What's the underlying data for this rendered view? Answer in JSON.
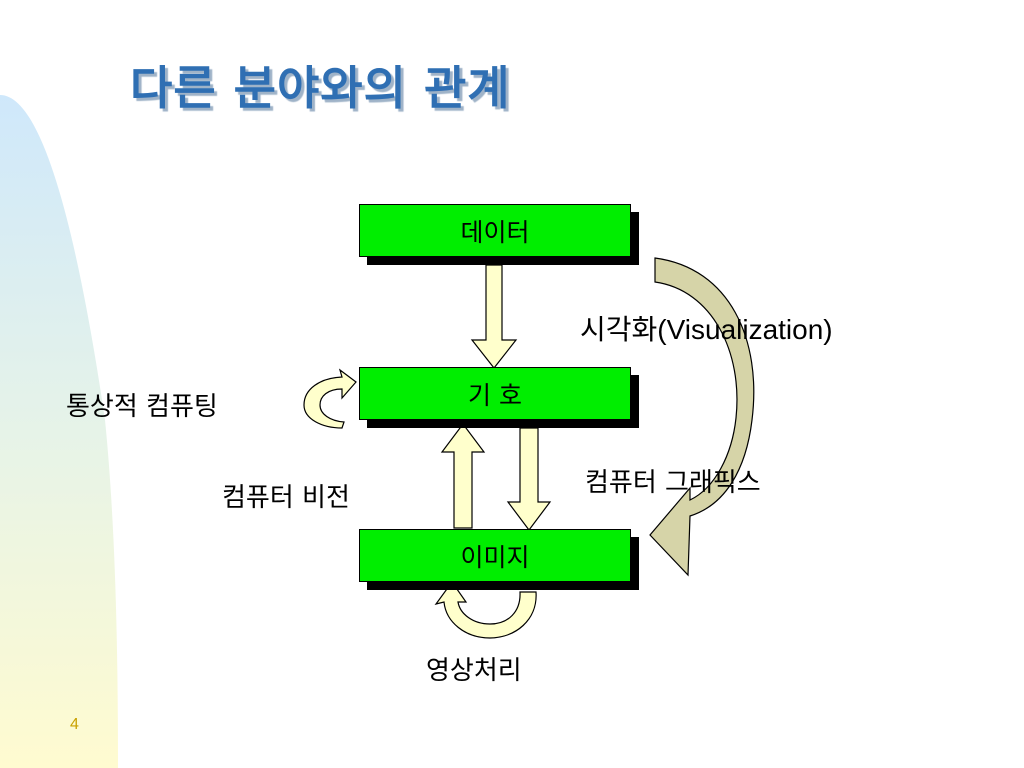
{
  "slide": {
    "title": "다른 분야와의 관계",
    "page_number": "4"
  },
  "boxes": {
    "data": "데이터",
    "symbol": "기 호",
    "image": "이미지"
  },
  "labels": {
    "visualization": "시각화(Visualization)",
    "computer_graphics": "컴퓨터 그래픽스",
    "ordinary_computing": "통상적 컴퓨팅",
    "computer_vision": "컴퓨터 비전",
    "image_processing": "영상처리"
  },
  "colors": {
    "title": "#2f6fb3",
    "box_fill": "#00ee00",
    "arrow_fill": "#ffffcc",
    "curved_arrow_fill": "#d6d4a8",
    "page_number": "#c9a000"
  }
}
